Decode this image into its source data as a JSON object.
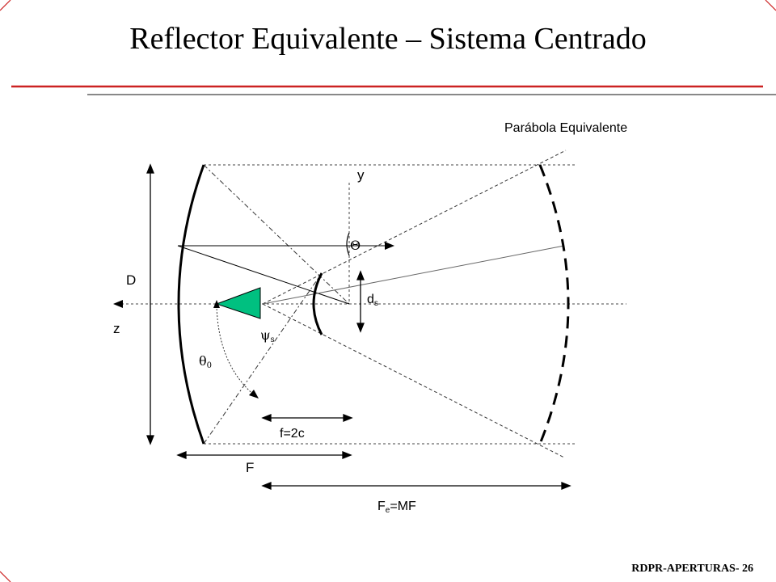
{
  "slide": {
    "title": "Reflector Equivalente – Sistema Centrado",
    "footer": "RDPR-APERTURAS- 26",
    "accent_color": "#cc2222"
  },
  "diagram": {
    "equivalent_parabola_label": "Parábola Equivalente",
    "y_axis_label": "y",
    "z_axis_label": "z",
    "aperture_label": "D",
    "theta_label": "Θ",
    "subreflector_diameter_label": "d",
    "subreflector_diameter_sub": "s",
    "subreflector_angle_label": "ψ",
    "subreflector_angle_sub": "s",
    "half_angle_label": "θ",
    "half_angle_sub": "0",
    "interfocal_label": "f=2c",
    "focal_length_label": "F",
    "equivalent_focal_label": "F",
    "equivalent_focal_sub": "e",
    "equivalent_focal_suffix": "=MF",
    "feed_color": "#00c080"
  }
}
